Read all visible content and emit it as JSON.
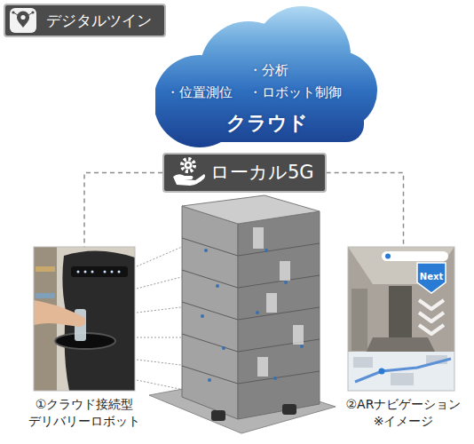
{
  "diagram": {
    "nodes": [
      {
        "text": [
          "デジタルツイン"
        ]
      },
      {
        "text": [
          "・分析",
          "・位置測位",
          "・ロボット制御",
          "クラウド"
        ]
      },
      {
        "text": [
          "ローカル5G"
        ]
      },
      {
        "text": [
          "①クラウド接続型 デリバリーロボット"
        ]
      },
      {
        "text": [
          "②ARナビゲーション ※イメージ"
        ]
      }
    ],
    "edges": [
      {
        "from": 2,
        "to": 3,
        "arrow": "none"
      },
      {
        "from": 2,
        "to": 4,
        "arrow": "none"
      }
    ],
    "labels": [
      "Next"
    ]
  }
}
